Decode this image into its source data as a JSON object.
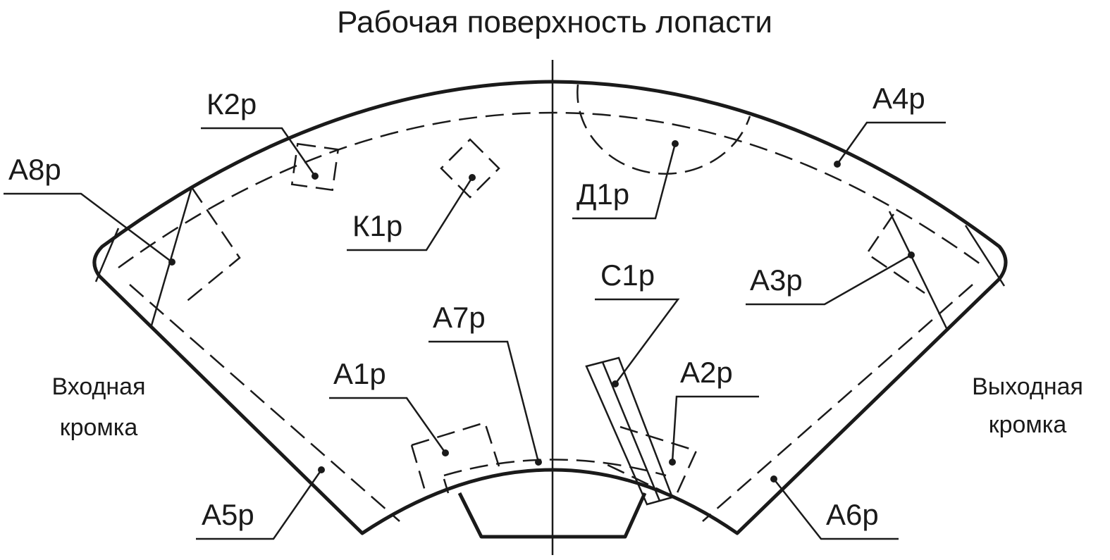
{
  "title": "Рабочая поверхность лопасти",
  "edges": {
    "inlet_line1": "Входная",
    "inlet_line2": "кромка",
    "outlet_line1": "Выходная",
    "outlet_line2": "кромка"
  },
  "labels": {
    "K2p": "К2р",
    "A8p": "А8р",
    "K1p": "К1р",
    "D1p": "Д1р",
    "A4p": "А4р",
    "C1p": "С1р",
    "A3p": "А3р",
    "A7p": "А7р",
    "A1p": "А1р",
    "A2p": "А2р",
    "A5p": "А5р",
    "A6p": "А6р"
  }
}
